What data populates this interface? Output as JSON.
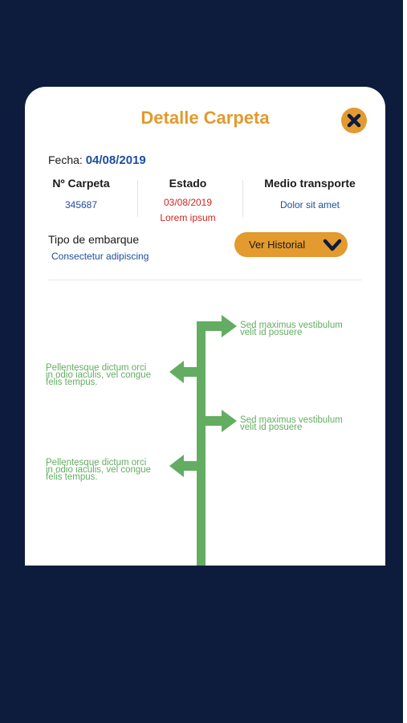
{
  "modal": {
    "title": "Detalle Carpeta",
    "close_icon": "close-icon"
  },
  "fecha": {
    "label": "Fecha:",
    "value": "04/08/2019"
  },
  "columns": [
    {
      "header": "Nº Carpeta",
      "value": "345687"
    },
    {
      "header": "Estado",
      "value_date": "03/08/2019",
      "value_text": "Lorem ipsum"
    },
    {
      "header": "Medio transporte",
      "value": "Dolor sit amet"
    }
  ],
  "tipo_embarque": {
    "label": "Tipo de embarque",
    "value": "Consectetur adipiscing"
  },
  "historial_button": {
    "label": "Ver Historial",
    "icon": "chevron-down-icon"
  },
  "timeline": {
    "items": [
      {
        "side": "right",
        "line1": "Sed maximus vestibulum",
        "line2": "velit id posuere",
        "line3": ""
      },
      {
        "side": "left",
        "line1": "Pellentesque dictum orci",
        "line2": "in odio iaculis, vel congue",
        "line3": "felis tempus."
      },
      {
        "side": "right",
        "line1": "Sed maximus vestibulum",
        "line2": "velit id posuere",
        "line3": ""
      },
      {
        "side": "left",
        "line1": "Pellentesque dictum orci",
        "line2": "in odio iaculis, vel congue",
        "line3": "felis tempus."
      }
    ]
  },
  "colors": {
    "background": "#0d1b3d",
    "accent": "#e39a2e",
    "link_blue": "#1e4d9e",
    "status_red": "#d0261e",
    "timeline_green": "#63ad63"
  }
}
